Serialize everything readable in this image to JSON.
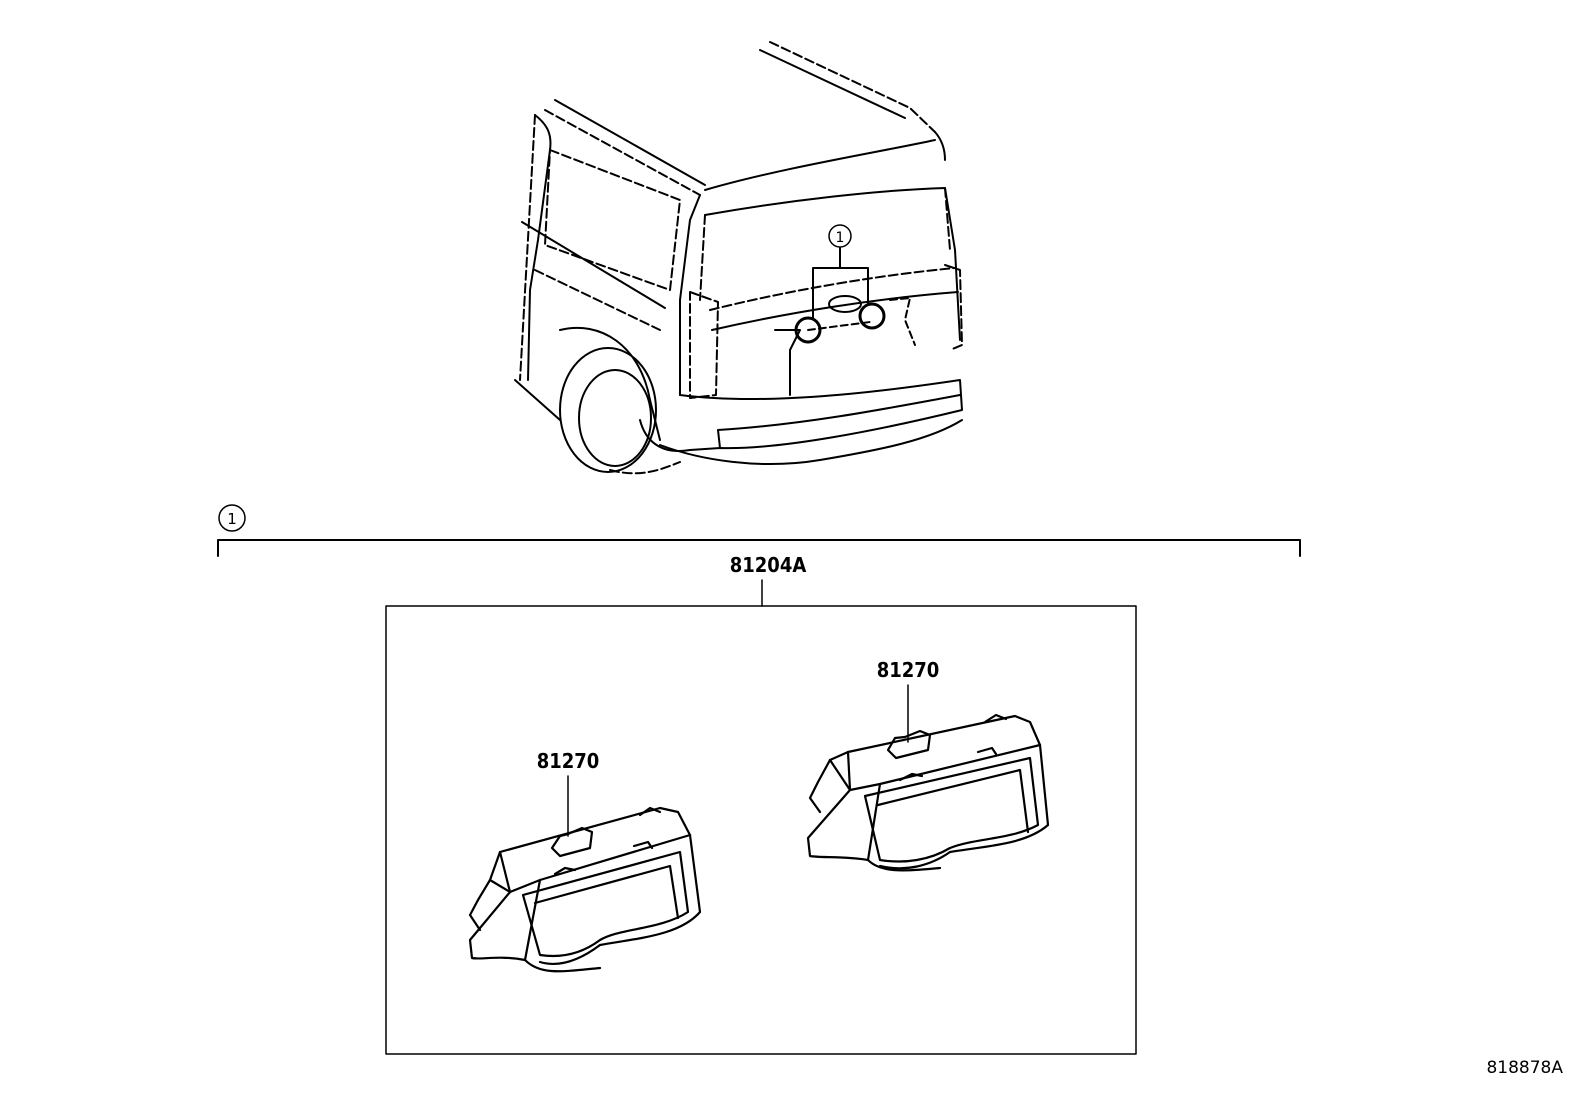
{
  "callout": {
    "ref_number": "1"
  },
  "assembly": {
    "part_number": "81204A"
  },
  "parts": [
    {
      "part_number": "81270"
    },
    {
      "part_number": "81270"
    }
  ],
  "figure": {
    "id": "818878A"
  },
  "colors": {
    "line": "#000000",
    "background": "#ffffff"
  }
}
